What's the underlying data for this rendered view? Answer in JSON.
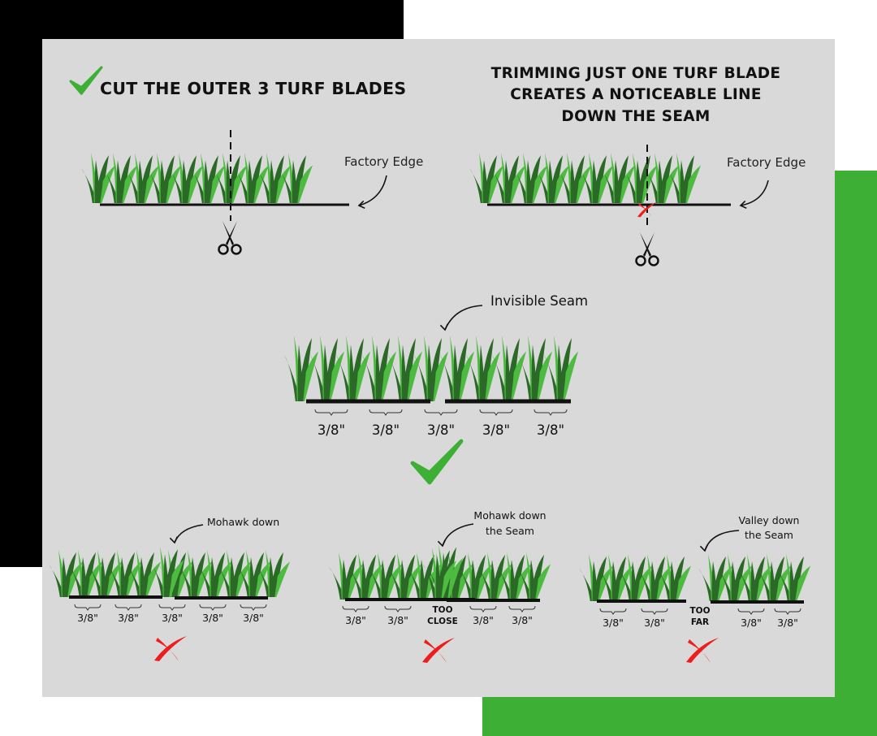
{
  "colors": {
    "panel": "#d9d9d9",
    "accent_green": "#3daf35",
    "grass_dark": "#2a6a26",
    "grass_light": "#4cbb3f",
    "error_red": "#ee1c1c",
    "check_green": "#3daf35"
  },
  "left_section": {
    "title": "CUT THE OUTER 3 TURF BLADES",
    "icon": "checkmark-icon",
    "edge_label": "Factory Edge"
  },
  "right_section": {
    "title_lines": [
      "TRIMMING JUST ONE TURF BLADE",
      "CREATES A NOTICEABLE LINE",
      "DOWN THE SEAM"
    ],
    "edge_label": "Factory Edge"
  },
  "center_section": {
    "seam_label": "Invisible Seam",
    "measurements": [
      "3/8\"",
      "3/8\"",
      "3/8\"",
      "3/8\"",
      "3/8\""
    ],
    "icon": "checkmark-icon"
  },
  "bottom_examples": [
    {
      "caption": [
        "Mohawk down"
      ],
      "measurements": [
        "3/8\"",
        "3/8\"",
        "3/8\"",
        "3/8\"",
        "3/8\""
      ],
      "icon": "red-x-icon"
    },
    {
      "caption": [
        "Mohawk down",
        "the Seam"
      ],
      "measurements": [
        "3/8\"",
        "3/8\"",
        "3/8\"",
        "3/8\""
      ],
      "gap_label": [
        "TOO",
        "CLOSE"
      ],
      "icon": "red-x-icon"
    },
    {
      "caption": [
        "Valley down",
        "the Seam"
      ],
      "measurements": [
        "3/8\"",
        "3/8\"",
        "3/8\"",
        "3/8\""
      ],
      "gap_label": [
        "TOO",
        "FAR"
      ],
      "icon": "red-x-icon"
    }
  ]
}
